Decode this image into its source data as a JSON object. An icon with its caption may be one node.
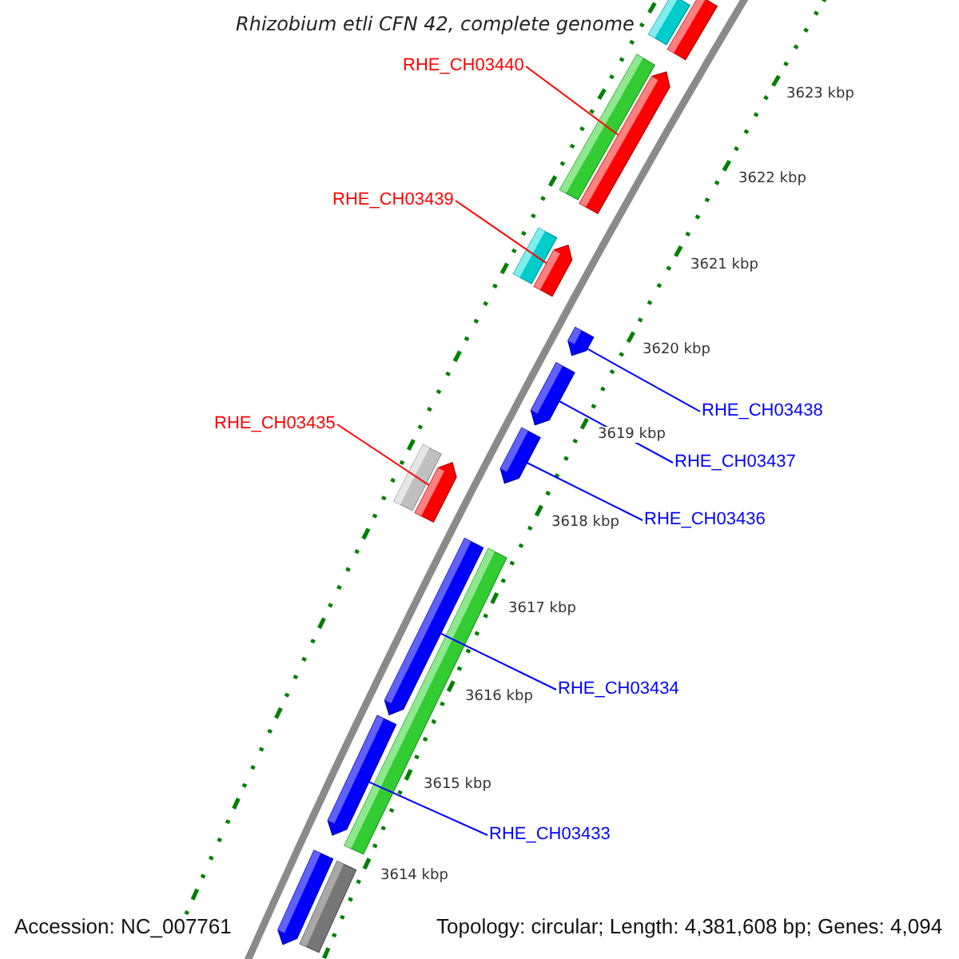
{
  "diagram": {
    "title": "Rhizobium etli CFN 42, complete genome",
    "nodes": [
      {
        "text": [],
        "shape": "bar"
      },
      {
        "text": [],
        "shape": "bar"
      },
      {
        "text": [
          "RHE_CH03440"
        ]
      },
      {
        "text": [],
        "shape": "bar"
      },
      {
        "text": [],
        "shape": "bar"
      },
      {
        "text": [
          "RHE_CH03439"
        ]
      },
      {
        "text": [],
        "shape": "bar"
      },
      {
        "text": [],
        "shape": "bar"
      },
      {
        "text": [],
        "shape": "bar"
      },
      {
        "text": [
          "RHE_CH03438"
        ]
      },
      {
        "text": [],
        "shape": "bar"
      },
      {
        "text": [
          "RHE_CH03435"
        ]
      },
      {
        "text": [
          "RHE_CH03437"
        ]
      },
      {
        "text": [],
        "shape": "bar"
      },
      {
        "text": [],
        "shape": "bar"
      },
      {
        "text": [],
        "shape": "bar"
      },
      {
        "text": [
          "RHE_CH03436"
        ]
      },
      {
        "text": [],
        "shape": "bar"
      },
      {
        "text": [],
        "shape": "bar"
      },
      {
        "text": [
          "RHE_CH03434"
        ]
      },
      {
        "text": [],
        "shape": "bar"
      },
      {
        "text": [
          "RHE_CH03433"
        ]
      },
      {
        "text": [],
        "shape": "bar"
      },
      {
        "text": [],
        "shape": "bar"
      }
    ],
    "edges": [
      {
        "from": 2,
        "to": 4,
        "arrow": "none",
        "color": "#ff0000"
      },
      {
        "from": 5,
        "to": 7,
        "arrow": "none",
        "color": "#ff0000"
      },
      {
        "from": 9,
        "to": 8,
        "arrow": "none"
      },
      {
        "from": 12,
        "to": 10,
        "arrow": "none"
      },
      {
        "from": 11,
        "to": 15,
        "arrow": "none",
        "color": "#ff0000"
      },
      {
        "from": 16,
        "to": 13,
        "arrow": "none"
      },
      {
        "from": 19,
        "to": 17,
        "arrow": "none"
      },
      {
        "from": 21,
        "to": 20,
        "arrow": "none"
      }
    ],
    "labels": [
      "3623 kbp",
      "3622 kbp",
      "3621 kbp",
      "3620 kbp",
      "3619 kbp",
      "3618 kbp",
      "3617 kbp",
      "3616 kbp",
      "3615 kbp",
      "3614 kbp",
      "Accession: NC_007761",
      "Topology: circular; Length: 4,381,608 bp; Genes: 4,094"
    ]
  }
}
